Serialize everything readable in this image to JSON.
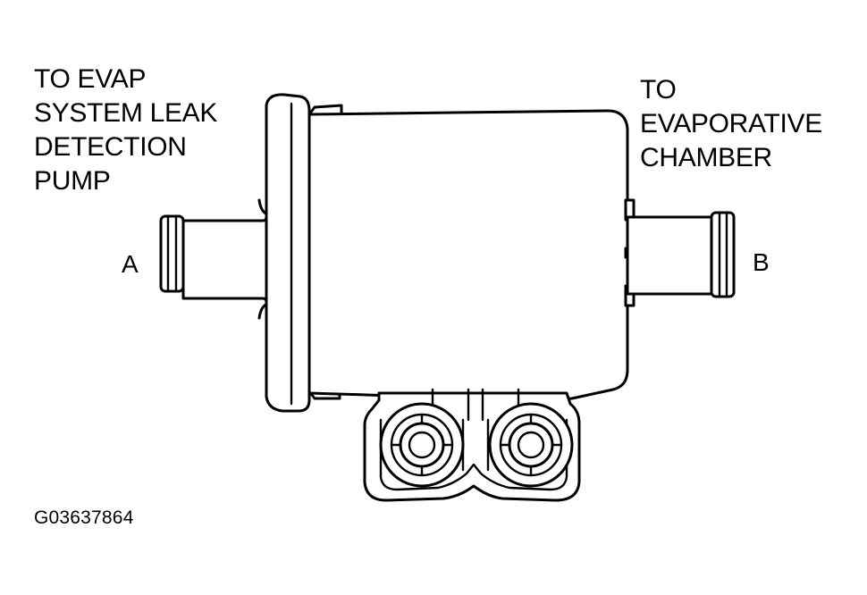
{
  "labels": {
    "left_lines": [
      "TO EVAP",
      "SYSTEM LEAK",
      "DETECTION",
      "PUMP"
    ],
    "right_lines": [
      "TO",
      "EVAPORATIVE",
      "CHAMBER"
    ],
    "port_a": "A",
    "port_b": "B",
    "figure_id": "G03637864"
  },
  "colors": {
    "line": "#000000",
    "background": "#ffffff"
  }
}
